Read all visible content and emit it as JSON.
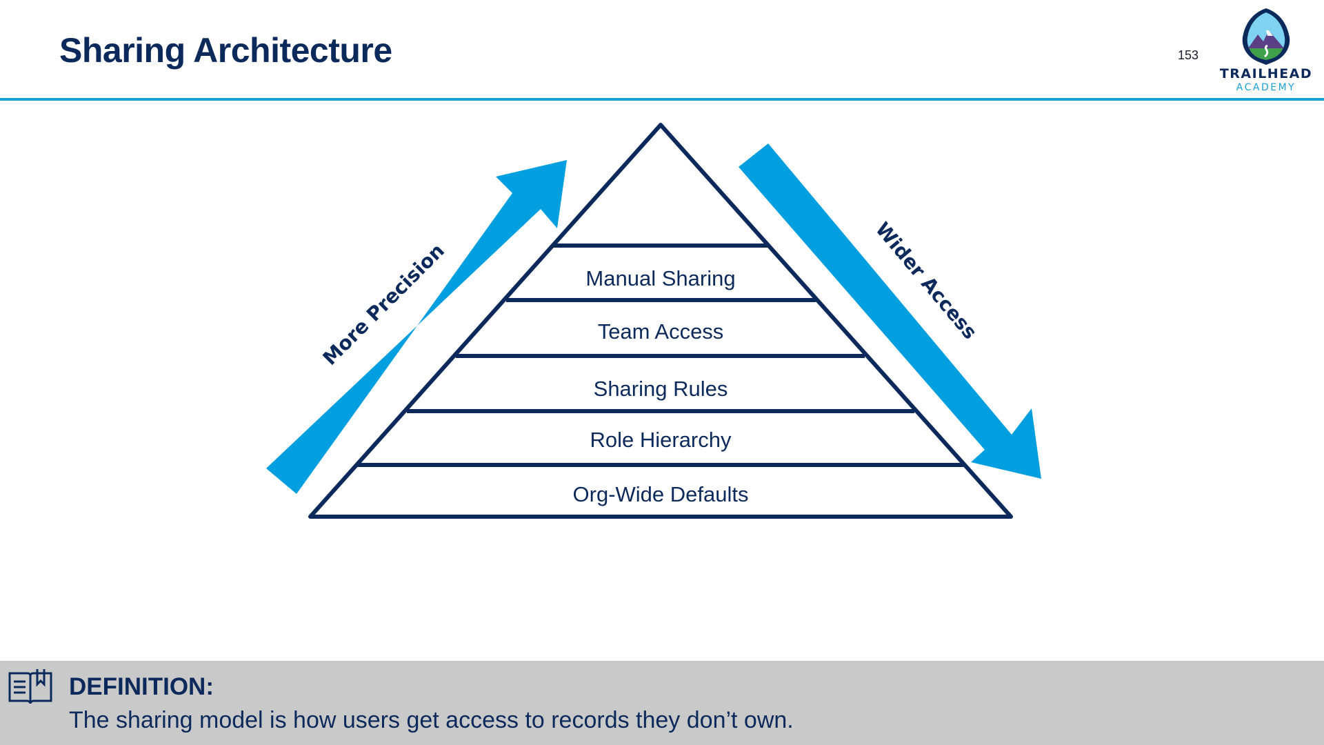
{
  "slide": {
    "title": "Sharing Architecture",
    "page_number": "153"
  },
  "logo": {
    "line1": "TRAILHEAD",
    "line2": "ACADEMY"
  },
  "pyramid": {
    "tiers": [
      "Manual Sharing",
      "Team Access",
      "Sharing Rules",
      "Role Hierarchy",
      "Org-Wide Defaults"
    ],
    "left_arrow_label": "More Precision",
    "right_arrow_label": "Wider Access"
  },
  "definition": {
    "heading": "DEFINITION:",
    "text": "The sharing model is how users get access to records they don’t own."
  },
  "colors": {
    "navy": "#0b2a5b",
    "accent_blue": "#1a9fd9",
    "definition_bar": "#c9c9c9"
  }
}
